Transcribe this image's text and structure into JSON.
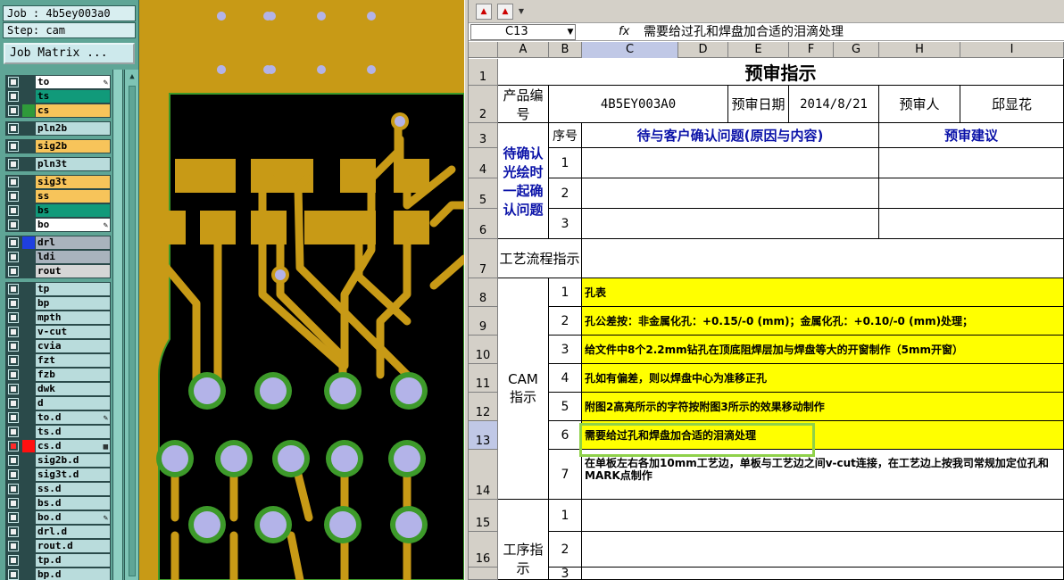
{
  "left": {
    "job": "Job : 4b5ey003a0",
    "step": "Step: cam",
    "job_matrix_button": "Job Matrix ...",
    "groups": [
      {
        "layers": [
          {
            "name": "to",
            "color": "#ffffff",
            "swatch": "",
            "mark": "pencil"
          },
          {
            "name": "ts",
            "color": "#119a7a",
            "swatch": ""
          },
          {
            "name": "cs",
            "color": "#f7c45a",
            "swatch": "#2f9a3a"
          }
        ]
      },
      {
        "layers": [
          {
            "name": "pln2b",
            "color": "#b9dcdc",
            "swatch": ""
          }
        ]
      },
      {
        "layers": [
          {
            "name": "sig2b",
            "color": "#f7c45a",
            "swatch": ""
          }
        ]
      },
      {
        "layers": [
          {
            "name": "pln3t",
            "color": "#b9dcdc",
            "swatch": ""
          }
        ]
      },
      {
        "layers": [
          {
            "name": "sig3t",
            "color": "#f7c45a",
            "swatch": ""
          },
          {
            "name": "ss",
            "color": "#f7c45a",
            "swatch": ""
          },
          {
            "name": "bs",
            "color": "#119a7a",
            "swatch": ""
          },
          {
            "name": "bo",
            "color": "#ffffff",
            "swatch": "",
            "mark": "pencil"
          }
        ]
      },
      {
        "layers": [
          {
            "name": "drl",
            "color": "#a9b3bd",
            "swatch": "#1f3fe0"
          },
          {
            "name": "ldi",
            "color": "#a9b3bd",
            "swatch": ""
          },
          {
            "name": "rout",
            "color": "#d6d6d6",
            "swatch": ""
          }
        ]
      },
      {
        "layers": [
          {
            "name": "tp",
            "color": "#b9dcdc",
            "swatch": ""
          },
          {
            "name": "bp",
            "color": "#b9dcdc",
            "swatch": ""
          },
          {
            "name": "mpth",
            "color": "#b9dcdc",
            "swatch": ""
          },
          {
            "name": "v-cut",
            "color": "#b9dcdc",
            "swatch": ""
          },
          {
            "name": "cvia",
            "color": "#b9dcdc",
            "swatch": ""
          },
          {
            "name": "fzt",
            "color": "#b9dcdc",
            "swatch": ""
          },
          {
            "name": "fzb",
            "color": "#b9dcdc",
            "swatch": ""
          },
          {
            "name": "dwk",
            "color": "#b9dcdc",
            "swatch": ""
          },
          {
            "name": "d",
            "color": "#b9dcdc",
            "swatch": ""
          },
          {
            "name": "to.d",
            "color": "#b9dcdc",
            "swatch": "",
            "mark": "pencil"
          },
          {
            "name": "ts.d",
            "color": "#b9dcdc",
            "swatch": ""
          },
          {
            "name": "cs.d",
            "color": "#b9dcdc",
            "swatch": "#ff1010",
            "checkbox_red": true,
            "mark": "grid"
          },
          {
            "name": "sig2b.d",
            "color": "#b9dcdc",
            "swatch": ""
          },
          {
            "name": "sig3t.d",
            "color": "#b9dcdc",
            "swatch": ""
          },
          {
            "name": "ss.d",
            "color": "#b9dcdc",
            "swatch": ""
          },
          {
            "name": "bs.d",
            "color": "#b9dcdc",
            "swatch": ""
          },
          {
            "name": "bo.d",
            "color": "#b9dcdc",
            "swatch": "",
            "mark": "pencil"
          },
          {
            "name": "drl.d",
            "color": "#b9dcdc",
            "swatch": ""
          },
          {
            "name": "rout.d",
            "color": "#b9dcdc",
            "swatch": ""
          },
          {
            "name": "tp.d",
            "color": "#b9dcdc",
            "swatch": ""
          },
          {
            "name": "bp.d",
            "color": "#b9dcdc",
            "swatch": ""
          }
        ]
      }
    ]
  },
  "pcb": {
    "colors": {
      "copper": "#c89a16",
      "laminate": "#000000",
      "trace": "#c89a16",
      "ring": "#3d9a2a",
      "hole": "#b3b3e8",
      "outline": "#3d9a2a"
    }
  },
  "excel": {
    "name_box": "C13",
    "fx": "fx",
    "formula": "需要给过孔和焊盘加合适的泪滴处理",
    "columns": [
      "A",
      "B",
      "C",
      "D",
      "E",
      "F",
      "G",
      "H",
      "I"
    ],
    "rows": [
      "1",
      "2",
      "3",
      "4",
      "5",
      "6",
      "7",
      "8",
      "9",
      "10",
      "11",
      "12",
      "13",
      "14",
      "15",
      "16",
      ""
    ],
    "title": "预审指示",
    "product_no_label": "产品编号",
    "product_no": "4B5EY003A0",
    "review_date_label": "预审日期",
    "review_date": "2014/8/21",
    "reviewer_label": "预审人",
    "reviewer": "邱显花",
    "confirm_label": "待确认光绘时一起确认问题",
    "seq_header": "序号",
    "issue_header": "待与客户确认问题(原因与内容)",
    "suggest_header": "预审建议",
    "confirm_seq": [
      "1",
      "2",
      "3"
    ],
    "process_label": "工艺流程指示",
    "cam_label": "CAM指示",
    "cam_items": [
      {
        "no": "1",
        "text": "孔表"
      },
      {
        "no": "2",
        "text": "孔公差按：非金属化孔：+0.15/-0 (mm)；金属化孔：+0.10/-0 (mm)处理；"
      },
      {
        "no": "3",
        "text": "给文件中8个2.2mm钻孔在顶底阻焊层加与焊盘等大的开窗制作（5mm开窗）"
      },
      {
        "no": "4",
        "text": "孔如有偏差，则以焊盘中心为准移正孔"
      },
      {
        "no": "5",
        "text": "附图2高亮所示的字符按附图3所示的效果移动制作"
      },
      {
        "no": "6",
        "text": "需要给过孔和焊盘加合适的泪滴处理"
      },
      {
        "no": "7",
        "text": "在单板左右各加10mm工艺边，单板与工艺边之间v-cut连接，在工艺边上按我司常规加定位孔和MARK点制作"
      }
    ],
    "work_label": "工序指示",
    "work_seq": [
      "1",
      "2",
      "3"
    ]
  }
}
